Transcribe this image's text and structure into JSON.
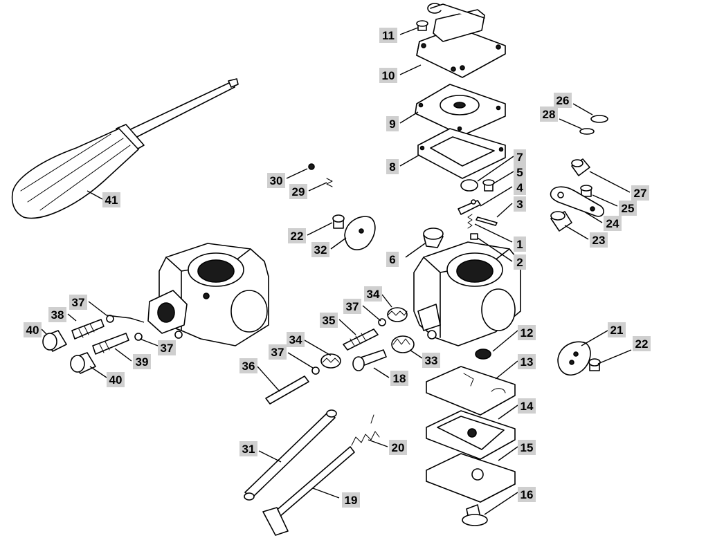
{
  "callouts": [
    {
      "id": "c11",
      "text": "11"
    },
    {
      "id": "c10",
      "text": "10"
    },
    {
      "id": "c9",
      "text": "9"
    },
    {
      "id": "c8",
      "text": "8"
    },
    {
      "id": "c7",
      "text": "7"
    },
    {
      "id": "c5",
      "text": "5"
    },
    {
      "id": "c4",
      "text": "4"
    },
    {
      "id": "c3",
      "text": "3"
    },
    {
      "id": "c1",
      "text": "1"
    },
    {
      "id": "c2",
      "text": "2"
    },
    {
      "id": "c6",
      "text": "6"
    },
    {
      "id": "c26",
      "text": "26"
    },
    {
      "id": "c28",
      "text": "28"
    },
    {
      "id": "c27",
      "text": "27"
    },
    {
      "id": "c25",
      "text": "25"
    },
    {
      "id": "c24",
      "text": "24"
    },
    {
      "id": "c23",
      "text": "23"
    },
    {
      "id": "c30",
      "text": "30"
    },
    {
      "id": "c29",
      "text": "29"
    },
    {
      "id": "c22a",
      "text": "22"
    },
    {
      "id": "c32",
      "text": "32"
    },
    {
      "id": "c41",
      "text": "41"
    },
    {
      "id": "c37a",
      "text": "37"
    },
    {
      "id": "c38",
      "text": "38"
    },
    {
      "id": "c40a",
      "text": "40"
    },
    {
      "id": "c37b",
      "text": "37"
    },
    {
      "id": "c39",
      "text": "39"
    },
    {
      "id": "c40b",
      "text": "40"
    },
    {
      "id": "c34a",
      "text": "34"
    },
    {
      "id": "c37c",
      "text": "37"
    },
    {
      "id": "c35",
      "text": "35"
    },
    {
      "id": "c34b",
      "text": "34"
    },
    {
      "id": "c37d",
      "text": "37"
    },
    {
      "id": "c36",
      "text": "36"
    },
    {
      "id": "c33",
      "text": "33"
    },
    {
      "id": "c18",
      "text": "18"
    },
    {
      "id": "c12",
      "text": "12"
    },
    {
      "id": "c13",
      "text": "13"
    },
    {
      "id": "c14",
      "text": "14"
    },
    {
      "id": "c15",
      "text": "15"
    },
    {
      "id": "c16",
      "text": "16"
    },
    {
      "id": "c21",
      "text": "21"
    },
    {
      "id": "c22b",
      "text": "22"
    },
    {
      "id": "c31",
      "text": "31"
    },
    {
      "id": "c20",
      "text": "20"
    },
    {
      "id": "c19",
      "text": "19"
    }
  ]
}
